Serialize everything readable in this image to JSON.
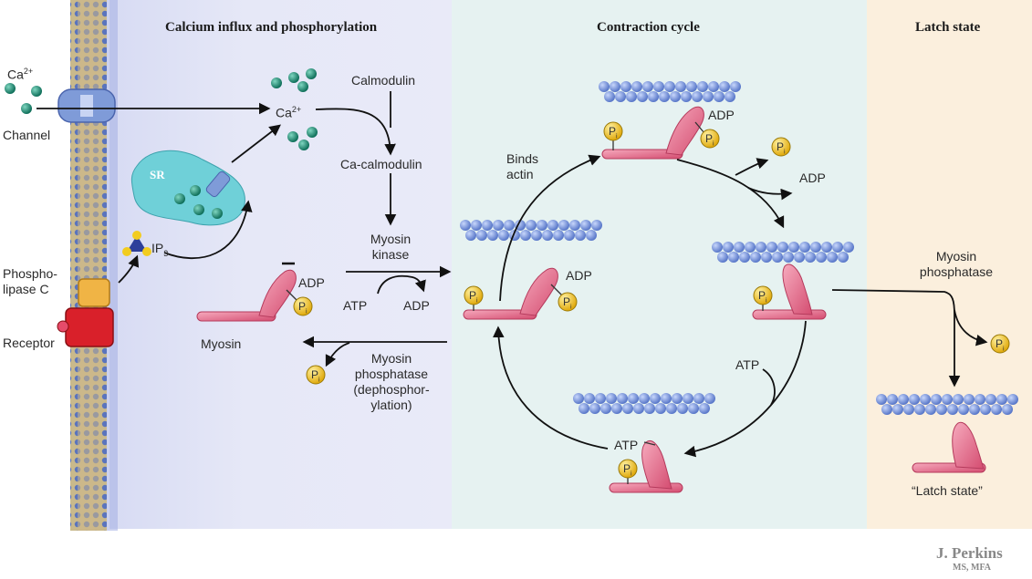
{
  "panels": {
    "calcium_title": "Calcium influx and phosphorylation",
    "cycle_title": "Contraction cycle",
    "latch_title": "Latch state"
  },
  "labels": {
    "ca_outside": "Ca",
    "ca_outside_sup": "2+",
    "channel": "Channel",
    "phospholipase_1": "Phospho-",
    "phospholipase_2": "lipase C",
    "receptor": "Receptor",
    "sr": "SR",
    "ip3": "IP",
    "ip3_sub": "3",
    "ca_inside": "Ca",
    "ca_inside_sup": "2+",
    "calmodulin": "Calmodulin",
    "ca_calmodulin": "Ca-calmodulin",
    "myosin_kinase_1": "Myosin",
    "myosin_kinase_2": "kinase",
    "atp_left": "ATP",
    "adp_left": "ADP",
    "myosin": "Myosin",
    "adp_myosin": "ADP",
    "myosin_phosphatase_1": "Myosin",
    "myosin_phosphatase_2": "phosphatase",
    "dephos_1": "(dephosphor-",
    "dephos_2": "ylation)",
    "binds_actin_1": "Binds",
    "binds_actin_2": "actin",
    "adp_cycle_left": "ADP",
    "adp_top": "ADP",
    "adp_released": "ADP",
    "atp_right": "ATP",
    "atp_bottom": "ATP",
    "latch_phosphatase_1": "Myosin",
    "latch_phosphatase_2": "phosphatase",
    "latch_caption": "“Latch state”",
    "pi": "P",
    "pi_sub": "i"
  },
  "signature": {
    "name": "J. Perkins",
    "credentials": "MS, MFA"
  },
  "colors": {
    "membrane": "#6e86c6",
    "calcium_ion": "#1e8a72",
    "actin": "#7b9be0",
    "myosin": "#e26a8a",
    "phosphate": "#f2cc1f",
    "receptor": "#d9202a",
    "phospholipase": "#f0b445"
  }
}
